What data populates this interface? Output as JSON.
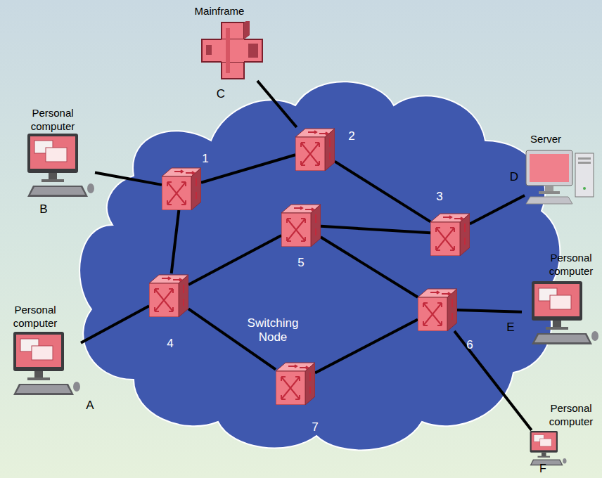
{
  "diagram": {
    "nodes": [
      {
        "text": [
          "Mainframe",
          "C"
        ]
      },
      {
        "text": [
          "Personal computer",
          "B"
        ]
      },
      {
        "text": [
          "1"
        ]
      },
      {
        "text": [
          "2"
        ]
      },
      {
        "text": [
          "Server",
          "D"
        ]
      },
      {
        "text": [
          "3"
        ]
      },
      {
        "text": [
          "5"
        ]
      },
      {
        "text": [
          "Personal computer",
          "E"
        ]
      },
      {
        "text": [
          "4"
        ]
      },
      {
        "text": [
          "Personal computer",
          "A"
        ]
      },
      {
        "text": [
          "6"
        ]
      },
      {
        "text": [
          "7"
        ]
      },
      {
        "text": [
          "Personal computer",
          "F"
        ]
      }
    ],
    "edges": [
      {
        "from": 0,
        "to": 3,
        "arrow": "none"
      },
      {
        "from": 1,
        "to": 2,
        "arrow": "none"
      },
      {
        "from": 2,
        "to": 3,
        "arrow": "none"
      },
      {
        "from": 3,
        "to": 5,
        "arrow": "none"
      },
      {
        "from": 5,
        "to": 4,
        "arrow": "none"
      },
      {
        "from": 2,
        "to": 8,
        "arrow": "none"
      },
      {
        "from": 8,
        "to": 6,
        "arrow": "none"
      },
      {
        "from": 6,
        "to": 5,
        "arrow": "none"
      },
      {
        "from": 6,
        "to": 10,
        "arrow": "none"
      },
      {
        "from": 9,
        "to": 8,
        "arrow": "none"
      },
      {
        "from": 8,
        "to": 11,
        "arrow": "none"
      },
      {
        "from": 11,
        "to": 10,
        "arrow": "none"
      },
      {
        "from": 10,
        "to": 7,
        "arrow": "none"
      },
      {
        "from": 10,
        "to": 12,
        "arrow": "none"
      }
    ],
    "labels": [
      "Switching Node"
    ]
  }
}
